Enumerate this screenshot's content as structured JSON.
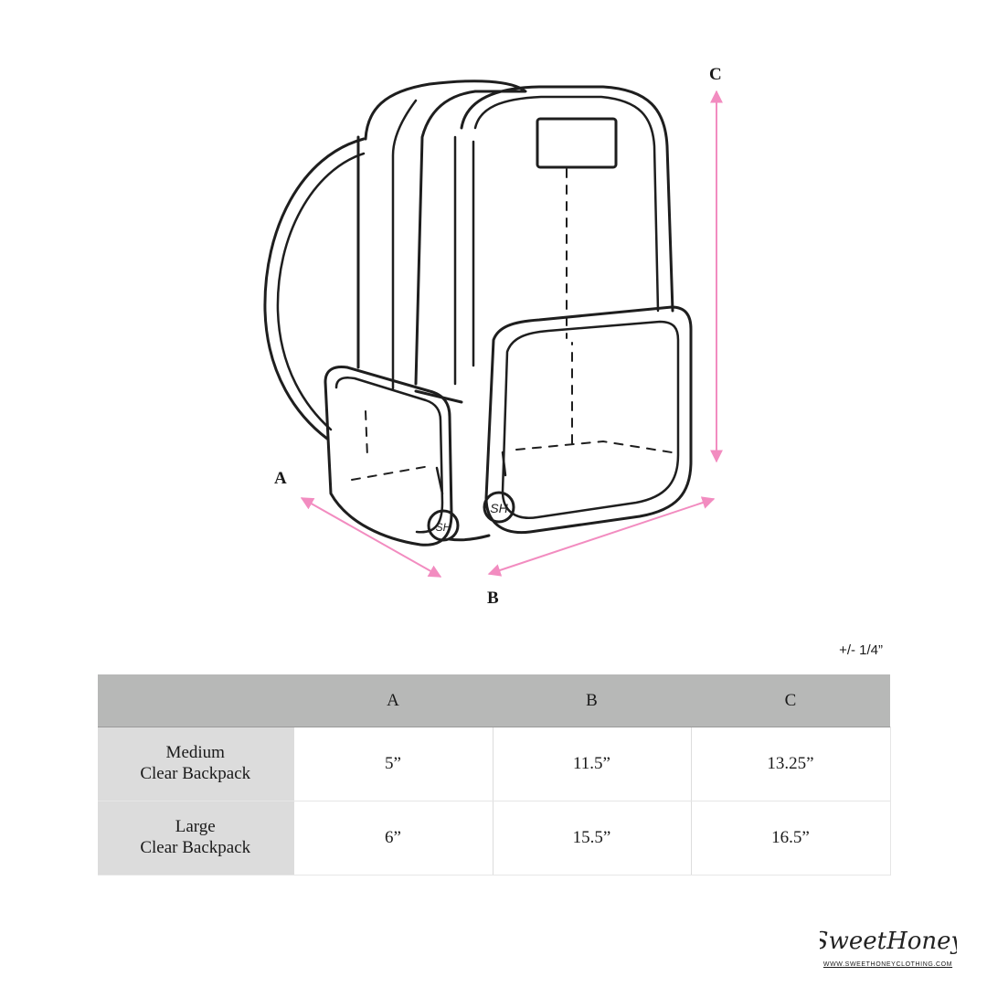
{
  "diagram": {
    "dimension_labels": {
      "a": "A",
      "b": "B",
      "c": "C"
    },
    "arrow_color": "#f28cc0"
  },
  "tolerance": "+/- 1/4”",
  "table": {
    "columns": [
      "",
      "A",
      "B",
      "C"
    ],
    "rows": [
      {
        "name_line1": "Medium",
        "name_line2": "Clear Backpack",
        "a": "5”",
        "b": "11.5”",
        "c": "13.25”"
      },
      {
        "name_line1": "Large",
        "name_line2": "Clear Backpack",
        "a": "6”",
        "b": "15.5”",
        "c": "16.5”"
      }
    ]
  },
  "brand": {
    "logo_text": "SweetHoney",
    "url": "WWW.SWEETHONEYCLOTHING.COM"
  },
  "colors": {
    "header_bg": "#b7b8b7",
    "row_head_bg": "#dcdcdc",
    "arrow": "#f28cc0"
  }
}
